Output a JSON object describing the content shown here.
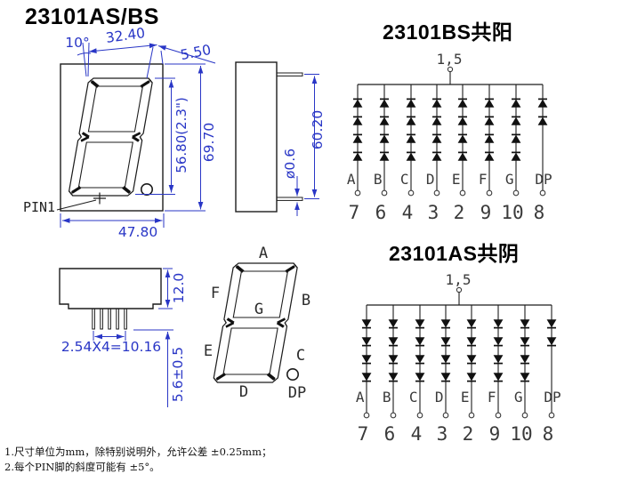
{
  "title": "23101AS/BS",
  "front_view": {
    "pin1_label": "PIN1",
    "dims": {
      "angle": "10°",
      "digit_width": "32.40",
      "side_gap": "5.50",
      "digit_height": "56.80(2.3\")",
      "total_height": "69.70",
      "total_width": "47.80"
    }
  },
  "side_view": {
    "dims": {
      "pin_span": "60.20",
      "pin_diameter": "ø0.6"
    }
  },
  "bottom_view": {
    "dims": {
      "body_thickness": "12.0",
      "pin_pitch": "2.54X4=10.16",
      "pin_length": "5.6±0.5"
    }
  },
  "segment_diagram": {
    "labels": [
      "A",
      "B",
      "C",
      "D",
      "E",
      "F",
      "G",
      "DP"
    ]
  },
  "circuits": [
    {
      "id": "bs",
      "title": "23101BS共阳",
      "common_pin_label": "1,5",
      "segment_labels": [
        "A",
        "B",
        "C",
        "D",
        "E",
        "F",
        "G",
        "DP"
      ],
      "pin_numbers": [
        "7",
        "6",
        "4",
        "3",
        "2",
        "9",
        "10",
        "8"
      ],
      "diodes_per_column": [
        4,
        4,
        4,
        4,
        4,
        4,
        4,
        2
      ],
      "diode_direction": "up"
    },
    {
      "id": "as",
      "title": "23101AS共阴",
      "common_pin_label": "1,5",
      "segment_labels": [
        "A",
        "B",
        "C",
        "D",
        "E",
        "F",
        "G",
        "DP"
      ],
      "pin_numbers": [
        "7",
        "6",
        "4",
        "3",
        "2",
        "9",
        "10",
        "8"
      ],
      "diodes_per_column": [
        4,
        4,
        4,
        4,
        4,
        4,
        4,
        2
      ],
      "diode_direction": "down"
    }
  ],
  "notes": [
    "1.尺寸单位为mm，除特别说明外，允许公差 ±0.25mm；",
    "2.每个PIN脚的斜度可能有 ±5°。"
  ],
  "colors": {
    "dimension_blue": "#2936c6",
    "drawing_black": "#1c1c1c",
    "cad_gray": "#3a3a3a"
  }
}
